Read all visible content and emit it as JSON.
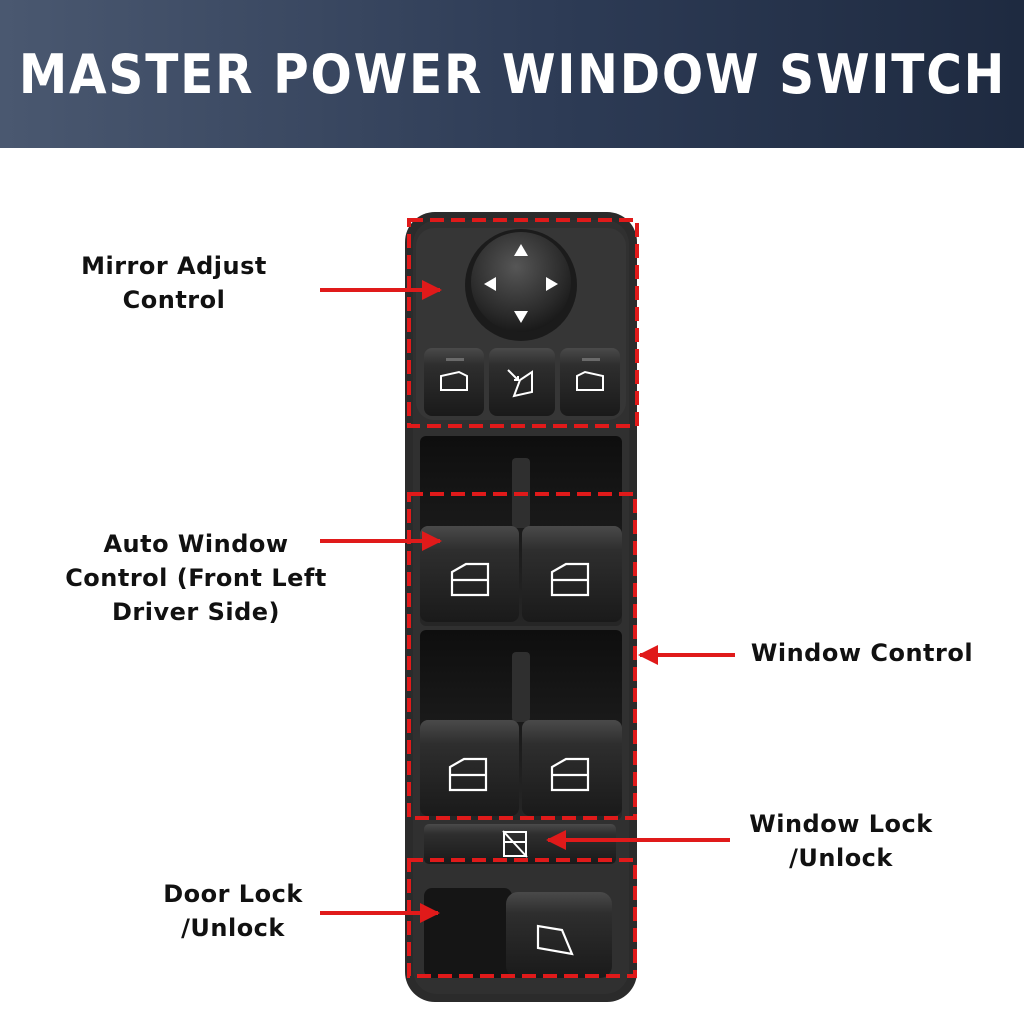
{
  "header": {
    "title": "MASTER POWER WINDOW SWITCH"
  },
  "callouts": {
    "mirror_adjust": "Mirror Adjust\nControl",
    "auto_window": "Auto Window\nControl (Front Left\nDriver Side)",
    "window_control": "Window Control",
    "window_lock": "Window Lock\n/Unlock",
    "door_lock": "Door Lock\n/Unlock"
  },
  "colors": {
    "banner_start": "#4a5870",
    "banner_end": "#1e2a40",
    "highlight_red": "#e01a1a",
    "switch_body": "#2a2a2a",
    "icon_white": "#ffffff"
  },
  "icons": {
    "mirror_joystick": [
      "arrow-up-icon",
      "arrow-down-icon",
      "arrow-left-icon",
      "arrow-right-icon"
    ],
    "mirror_buttons": [
      "left-mirror-select-icon",
      "mirror-fold-icon",
      "right-mirror-select-icon"
    ],
    "window_buttons": [
      "window-icon",
      "window-icon",
      "window-icon",
      "window-icon"
    ],
    "lock_button": "window-lock-icon",
    "door_button": "door-lock-icon"
  }
}
